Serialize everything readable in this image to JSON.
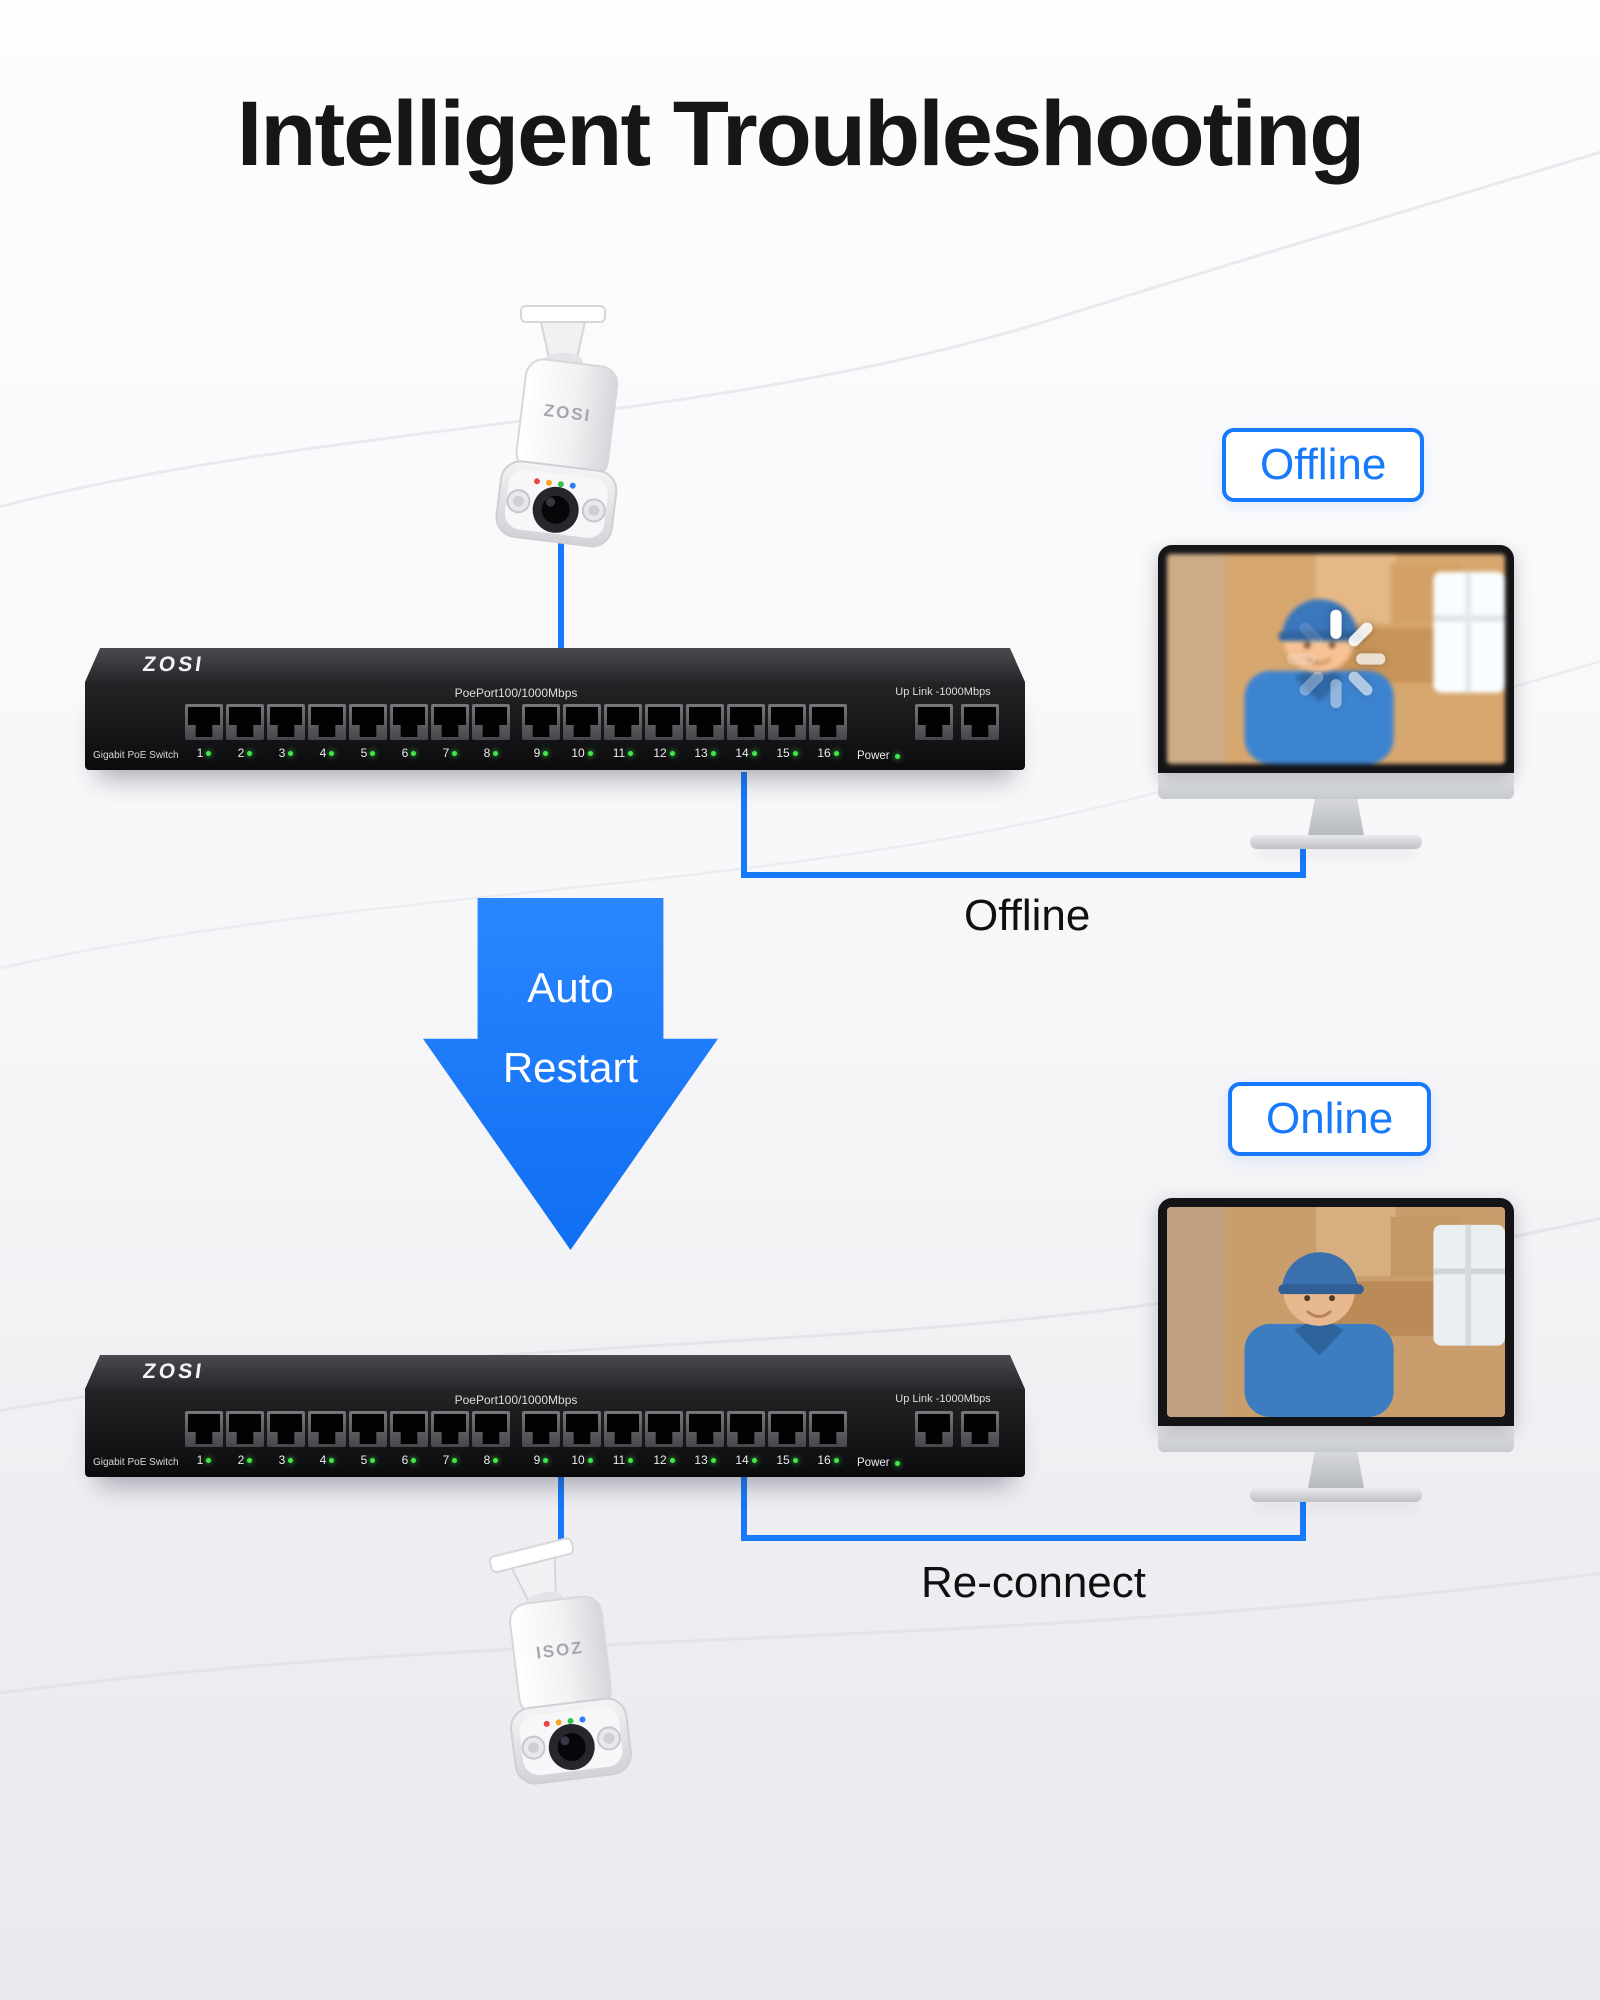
{
  "page": {
    "title": "Intelligent Troubleshooting"
  },
  "status_badges": {
    "offline": "Offline",
    "online": "Online"
  },
  "flow": {
    "offline_label": "Offline",
    "reconnect_label": "Re-connect",
    "auto_restart": {
      "line1": "Auto",
      "line2": "Restart"
    }
  },
  "poe_switch": {
    "brand": "ZOSI",
    "poe_ports_label": "PoePort100/1000Mbps",
    "uplink_label": "Up Link -1000Mbps",
    "model_label": "Gigabit PoE Switch",
    "power_label": "Power",
    "port_numbers": [
      "1",
      "2",
      "3",
      "4",
      "5",
      "6",
      "7",
      "8",
      "9",
      "10",
      "11",
      "12",
      "13",
      "14",
      "15",
      "16"
    ]
  },
  "camera_top": {
    "brand_label": "ZOSI"
  },
  "camera_bottom": {
    "brand_label": "ISOZ"
  },
  "colors": {
    "accent_blue": "#1779fb",
    "led_green": "#43e84b",
    "switch_body": "#1b1b1e"
  }
}
